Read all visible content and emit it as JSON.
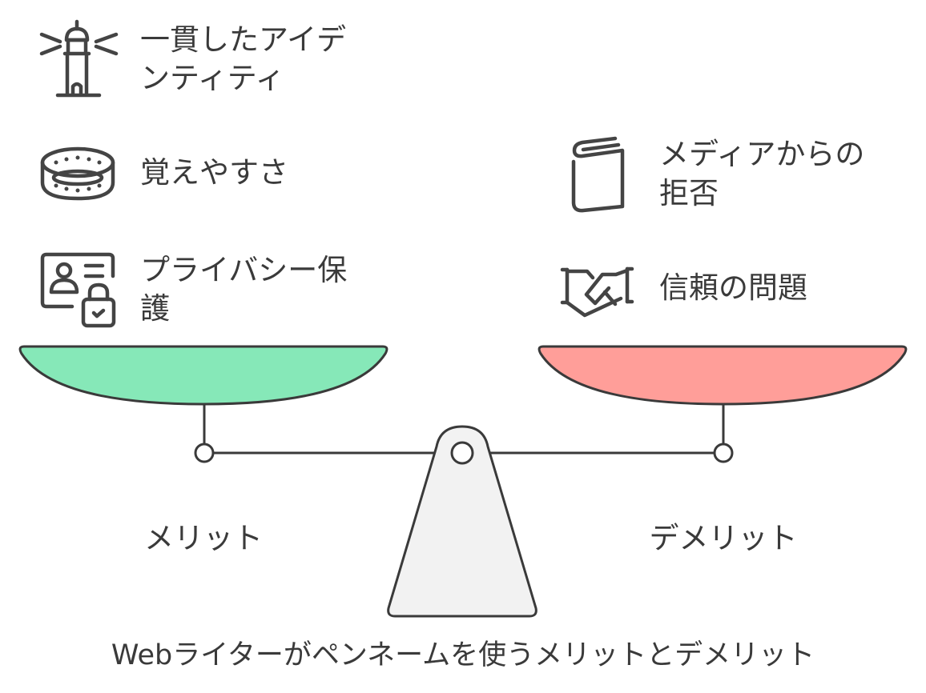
{
  "title": "Webライターがペンネームを使うメリットとデメリット",
  "merits": {
    "label": "メリット",
    "color": "#86E8B8",
    "items": [
      {
        "icon": "lighthouse-icon",
        "lines": [
          "一貫したアイデ",
          "ンティティ"
        ]
      },
      {
        "icon": "bracelet-icon",
        "lines": [
          "覚えやすさ"
        ]
      },
      {
        "icon": "id-card-lock-icon",
        "lines": [
          "プライバシー保",
          "護"
        ]
      }
    ]
  },
  "demerits": {
    "label": "デメリット",
    "color": "#FF9E99",
    "items": [
      {
        "icon": "book-icon",
        "lines": [
          "メディアからの",
          "拒否"
        ]
      },
      {
        "icon": "handshake-icon",
        "lines": [
          "信頼の問題"
        ]
      }
    ]
  }
}
